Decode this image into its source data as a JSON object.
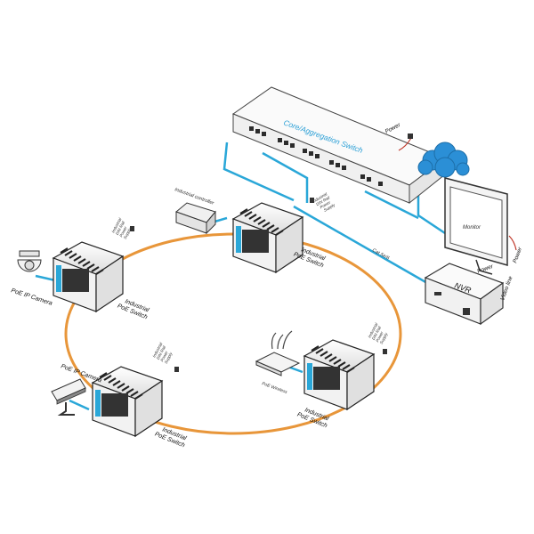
{
  "labels": {
    "core_switch": "Core/Aggregation Switch",
    "power_core": "Power",
    "monitor": "Monitor",
    "power_monitor": "Power",
    "nvr": "NVR",
    "power_nvr": "Power",
    "video_line": "Video line",
    "cat5e": "Cat 5e/6",
    "industrial_controller": "Industrial controller",
    "poe_ip_camera_1": "PoE IP Camera",
    "poe_ip_camera_2": "PoE IP Camera",
    "poe_wireless": "PoE Wireless",
    "switch_top": [
      "Industrial",
      "PoE Switch"
    ],
    "switch_left": [
      "Industrial",
      "PoE Switch"
    ],
    "switch_bottom": [
      "Industrial",
      "PoE Switch"
    ],
    "switch_right": [
      "Industrial",
      "PoE Switch"
    ],
    "psu_text": [
      "Industrial",
      "DIN Rail",
      "Power",
      "Supply"
    ]
  },
  "colors": {
    "ring": "#e8963a",
    "link": "#2aa7d8",
    "label_blue": "#2a9fd6",
    "power_cable": "#c0392b",
    "cloud": "#2b8fd6"
  },
  "icons": [
    "cloud-icon",
    "dome-camera-icon",
    "bullet-camera-icon",
    "wireless-router-icon",
    "monitor-icon",
    "nvr-icon",
    "switch-icon",
    "controller-icon",
    "power-plug-icon"
  ]
}
